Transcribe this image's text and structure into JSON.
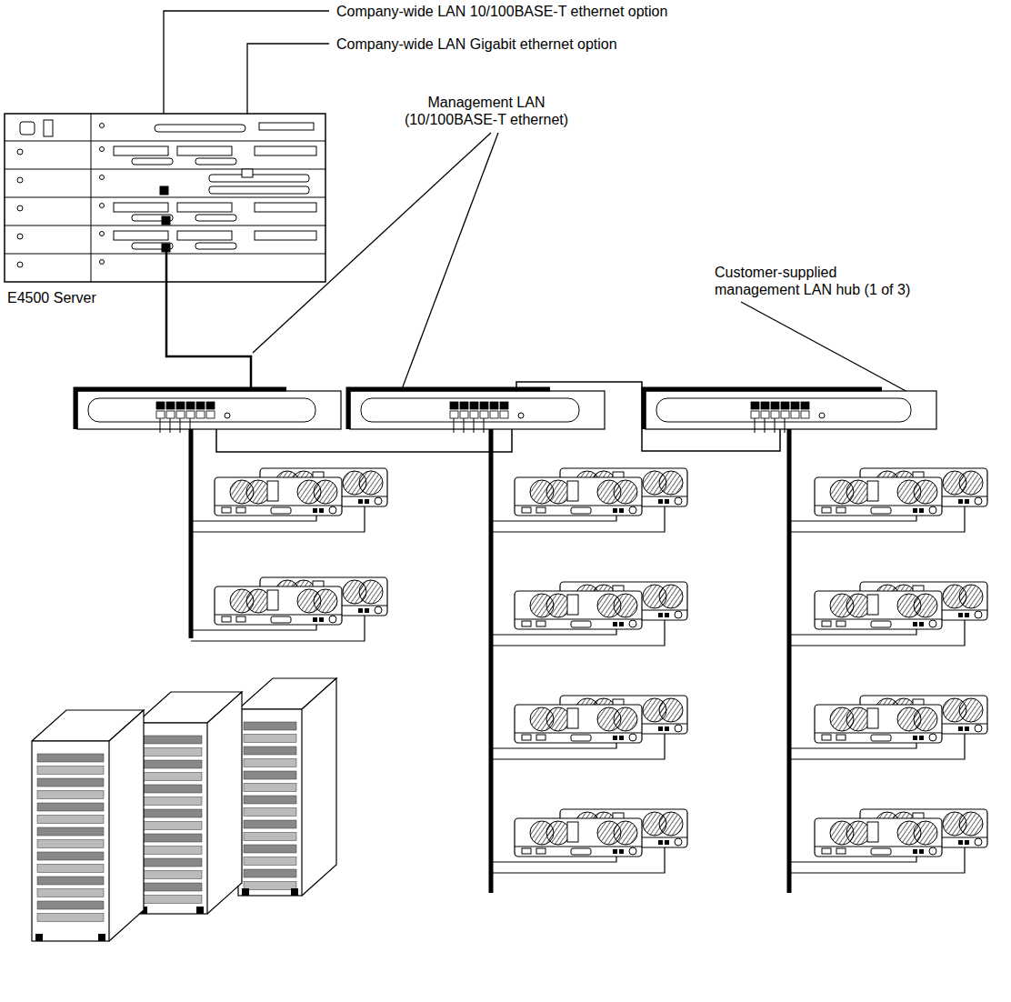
{
  "diagram": {
    "labels": [
      "Company-wide LAN 10/100BASE-T ethernet option",
      "Company-wide LAN Gigabit ethernet option",
      "Management LAN (10/100BASE-T ethernet)",
      "Customer-supplied management LAN hub (1 of 3)",
      "E4500 Server"
    ]
  }
}
